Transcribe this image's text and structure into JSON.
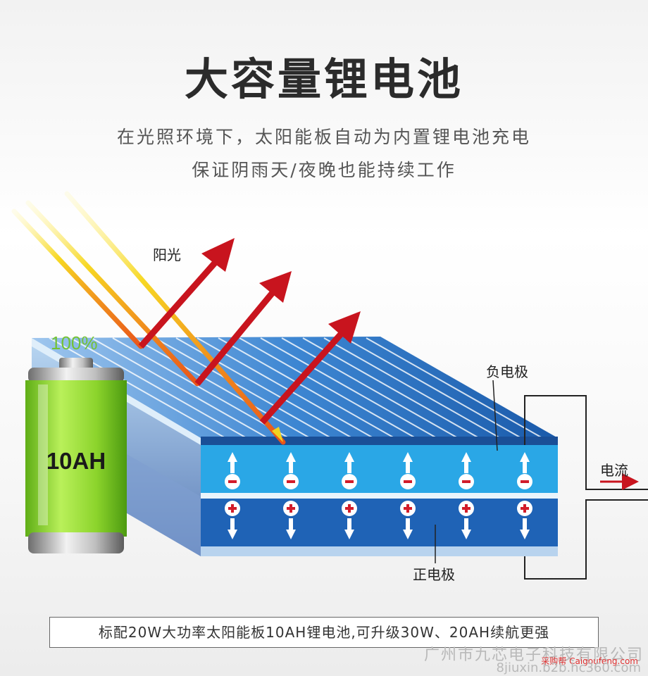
{
  "header": {
    "title": "大容量锂电池",
    "subtitle_line1": "在光照环境下，太阳能板自动为内置锂电池充电",
    "subtitle_line2": "保证阴雨天/夜晚也能持续工作"
  },
  "labels": {
    "sunlight": "阳光",
    "negative_electrode": "负电极",
    "positive_electrode": "正电极",
    "current": "电流"
  },
  "battery": {
    "percent": "100%",
    "capacity": "10AH"
  },
  "footer": {
    "text": "标配20W大功率太阳能板10AH锂电池,可升级30W、20AH续航更强"
  },
  "watermark": {
    "company": "广州市九芯电子科技有限公司",
    "brand": "采购帮 Caigoufeng.com",
    "site": "8jiuxin.b2b.hc360.com"
  },
  "colors": {
    "panel_blue": "#1f63b6",
    "arrow_red": "#c8141e",
    "battery_green": "#8cd42c",
    "light_yellow": "#f4d21c"
  }
}
